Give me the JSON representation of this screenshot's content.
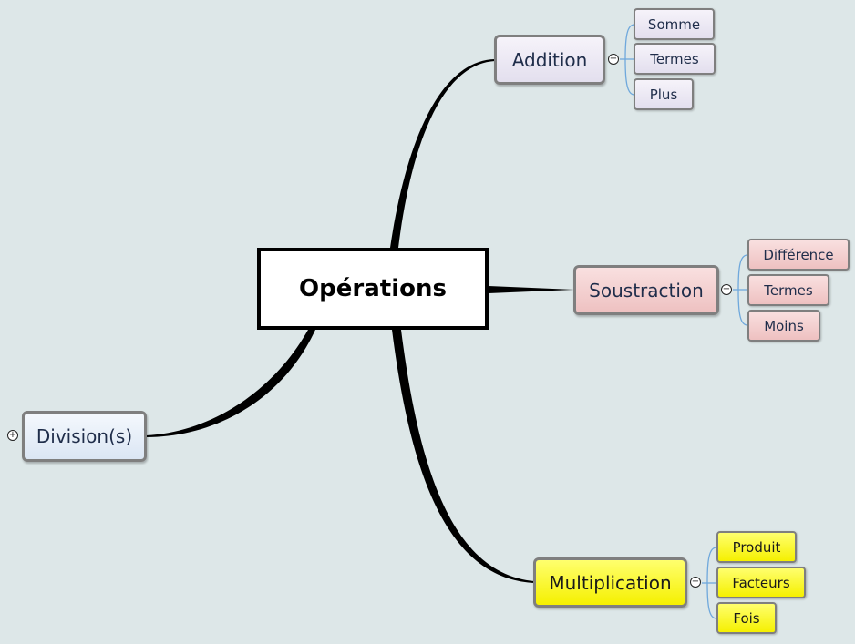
{
  "central": {
    "label": "Opérations"
  },
  "branches": {
    "addition": {
      "label": "Addition",
      "children": [
        "Somme",
        "Termes",
        "Plus"
      ]
    },
    "soustraction": {
      "label": "Soustraction",
      "children": [
        "Différence",
        "Termes",
        "Moins"
      ]
    },
    "multiplication": {
      "label": "Multiplication",
      "children": [
        "Produit",
        "Facteurs",
        "Fois"
      ]
    },
    "division": {
      "label": "Division(s)",
      "children": []
    }
  },
  "toggles": {
    "collapse": "−",
    "expand": "+"
  },
  "colors": {
    "background": "#dde7e8",
    "addition": "#e8e4f2",
    "soustraction": "#f0c8c8",
    "multiplication": "#ffff33",
    "division": "#e2ebf6",
    "sub_connector": "#6fa8dc"
  }
}
